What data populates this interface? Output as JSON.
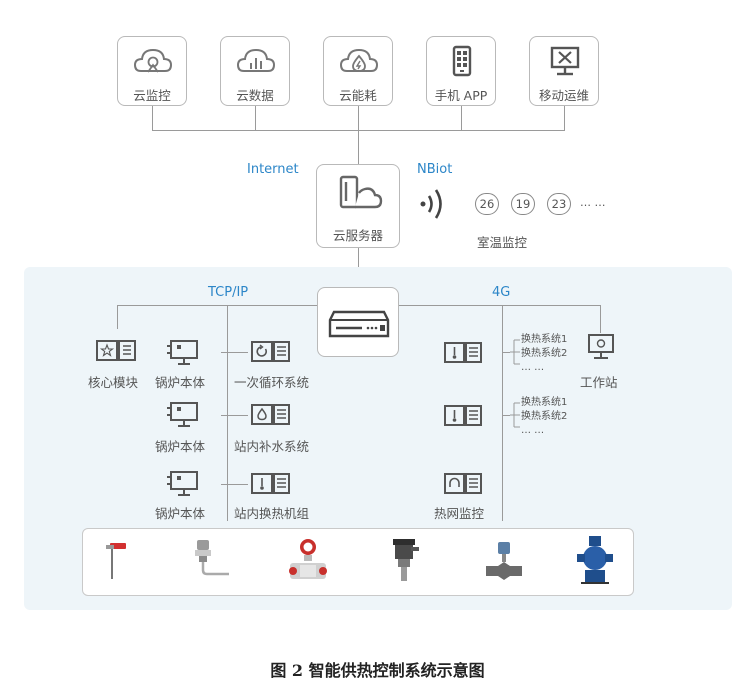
{
  "top_services": [
    {
      "label": "云监控",
      "icon": "cloud-monitor-icon"
    },
    {
      "label": "云数据",
      "icon": "cloud-data-icon"
    },
    {
      "label": "云能耗",
      "icon": "cloud-energy-icon"
    },
    {
      "label": "手机 APP",
      "icon": "mobile-app-icon"
    },
    {
      "label": "移动运维",
      "icon": "mobile-ops-icon"
    }
  ],
  "network": {
    "internet": "Internet",
    "nbiot": "NBiot",
    "tcpip": "TCP/IP",
    "g4": "4G"
  },
  "server": {
    "label": "云服务器"
  },
  "room_temp": {
    "values": [
      "26",
      "19",
      "23"
    ],
    "ellipsis": "… …",
    "label": "室温监控"
  },
  "left_nodes": {
    "core": "核心模块",
    "boiler1": "锅炉本体",
    "boiler2": "锅炉本体",
    "boiler3": "锅炉本体",
    "primary_loop": "一次循环系统",
    "water_supply": "站内补水系统",
    "heat_exchanger": "站内换热机组"
  },
  "right_nodes": {
    "group1": [
      "换热系统1",
      "换热系统2",
      "… …"
    ],
    "group2": [
      "换热系统1",
      "换热系统2",
      "… …"
    ],
    "workstation": "工作站",
    "network_monitor": "热网监控"
  },
  "sensors": [
    "temperature-probe-icon",
    "level-sensor-icon",
    "flow-meter-icon",
    "pressure-transmitter-icon",
    "control-valve-icon",
    "pump-icon"
  ],
  "caption": "图 2  智能供热控制系统示意图",
  "colors": {
    "accent": "#2c86c8",
    "panel": "#eef5f9",
    "line": "#9a9a9a"
  }
}
